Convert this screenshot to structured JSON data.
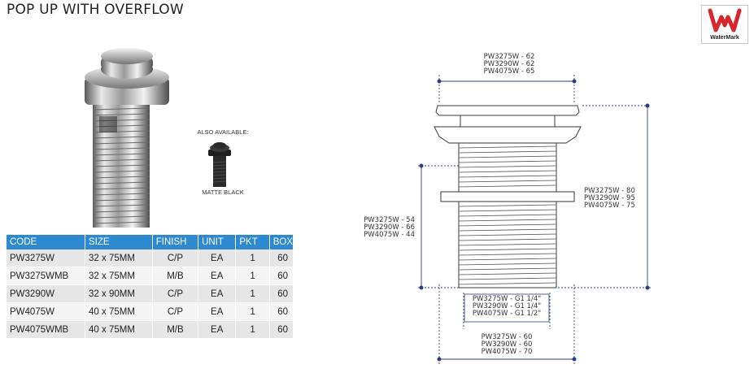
{
  "title": "POP UP WITH OVERFLOW",
  "logo": {
    "text": "WaterMark",
    "color": "#d9262b"
  },
  "also_available": {
    "label": "ALSO AVAILABLE:",
    "finish": "MATTE BLACK"
  },
  "table": {
    "header_color": "#2e8ad0",
    "headers": [
      "CODE",
      "SIZE",
      "FINISH",
      "UNIT",
      "PKT",
      "BOX"
    ],
    "rows": [
      [
        "PW3275W",
        "32 x 75MM",
        "C/P",
        "EA",
        "1",
        "60"
      ],
      [
        "PW3275WMB",
        "32 x 75MM",
        "M/B",
        "EA",
        "1",
        "60"
      ],
      [
        "PW3290W",
        "32 x 90MM",
        "C/P",
        "EA",
        "1",
        "60"
      ],
      [
        "PW4075W",
        "40 x 75MM",
        "C/P",
        "EA",
        "1",
        "60"
      ],
      [
        "PW4075WMB",
        "40 x 75MM",
        "M/B",
        "EA",
        "1",
        "60"
      ]
    ]
  },
  "dimensions": {
    "top_width": [
      "PW3275W - 62",
      "PW3290W - 62",
      "PW4075W - 65"
    ],
    "total_height": [
      "PW3275W - 80",
      "PW3290W - 95",
      "PW4075W - 75"
    ],
    "thread_length": [
      "PW3275W - 54",
      "PW3290W - 66",
      "PW4075W - 44"
    ],
    "thread_size": [
      "PW3275W - G1 1/4\"",
      "PW3290W - G1 1/4\"",
      "PW4075W - G1 1/2\""
    ],
    "bottom_width": [
      "PW3275W - 60",
      "PW3290W - 60",
      "PW4075W - 70"
    ]
  }
}
